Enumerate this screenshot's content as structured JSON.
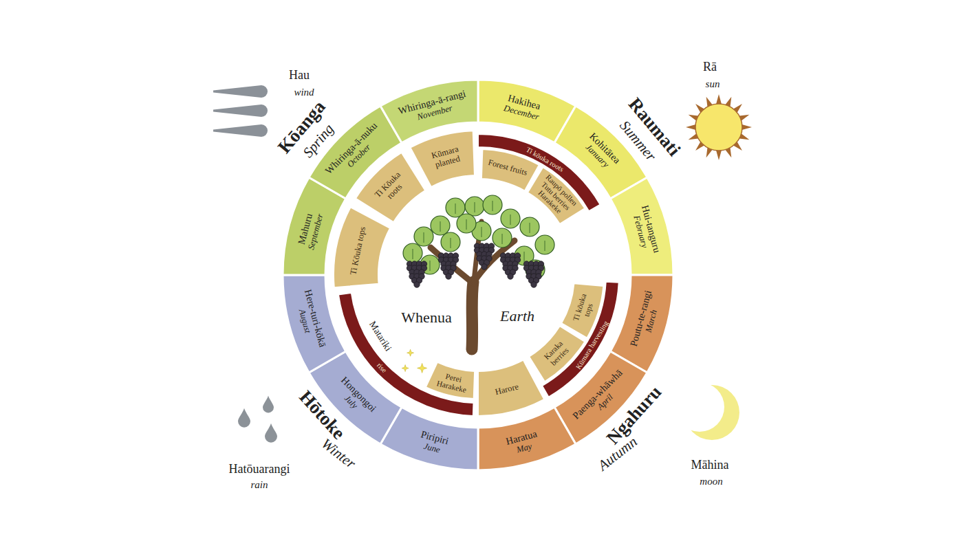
{
  "diagram": {
    "nodes": [
      {
        "text": [
          "Hakihea",
          "December"
        ]
      },
      {
        "text": [
          "Kohitātea",
          "January"
        ]
      },
      {
        "text": [
          "Hui-tanguru",
          "February"
        ]
      },
      {
        "text": [
          "Poutu-te-rangi",
          "March"
        ]
      },
      {
        "text": [
          "Paenga-whāwhā",
          "April"
        ]
      },
      {
        "text": [
          "Haratua",
          "May"
        ]
      },
      {
        "text": [
          "Piripiri",
          "June"
        ]
      },
      {
        "text": [
          "Hongongoi",
          "July"
        ]
      },
      {
        "text": [
          "Here-turi-kōkā",
          "August"
        ]
      },
      {
        "text": [
          "Mahuru",
          "September"
        ]
      },
      {
        "text": [
          "Whiringa-ā-nuku",
          "October"
        ]
      },
      {
        "text": [
          "Whiringa-ā-rangi",
          "November"
        ]
      },
      {
        "text": [
          "Kūmara planted"
        ]
      },
      {
        "text": [
          "Ti Kōuka roots"
        ]
      },
      {
        "text": [
          "Ti Kōuka tops"
        ]
      },
      {
        "text": [
          "Ti kōuka roots"
        ]
      },
      {
        "text": [
          "Forest fruits"
        ]
      },
      {
        "text": [
          "Raupō pollen Tutu berries Harakeke"
        ]
      },
      {
        "text": [
          "Kūmara harvesting"
        ]
      },
      {
        "text": [
          "Ti kōuka tops"
        ]
      },
      {
        "text": [
          "Karaka berries"
        ]
      },
      {
        "text": [
          "Harore"
        ]
      },
      {
        "text": [
          "Matariki",
          "rise"
        ]
      },
      {
        "text": [
          "Perei Harakeke"
        ]
      }
    ],
    "labels": [
      "Hau",
      "wind",
      "Rā",
      "sun",
      "Hatōuarangi",
      "rain",
      "Māhina",
      "moon",
      "Kōanga",
      "Spring",
      "Raumati",
      "Summer",
      "Hōtoke",
      "Winter",
      "Ngahuru",
      "Autumn",
      "Whenua",
      "Earth"
    ]
  }
}
